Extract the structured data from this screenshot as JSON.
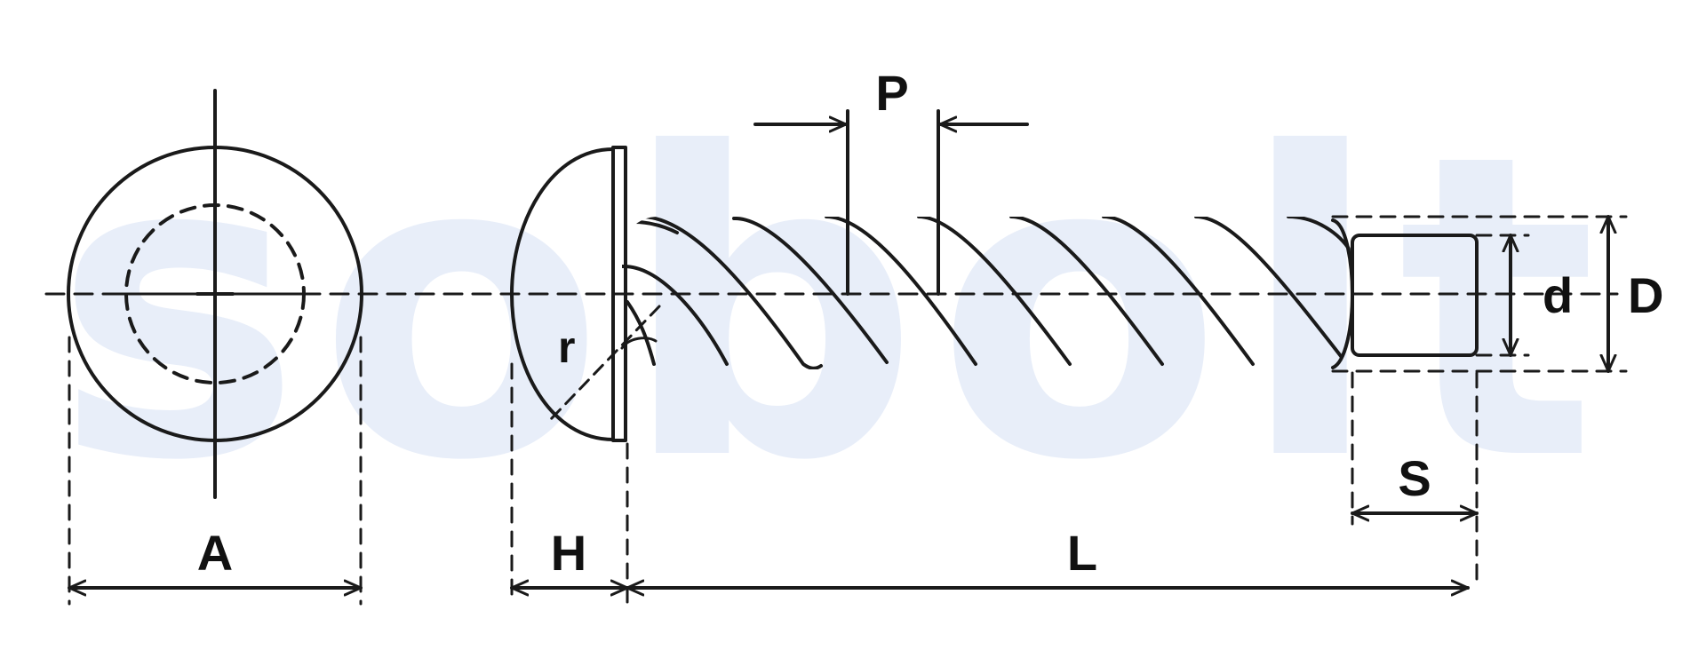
{
  "watermark": {
    "text": "sobolt",
    "color": "#e8eef9"
  },
  "line_color": "#1a1a1a",
  "labels": {
    "A": "A",
    "H": "H",
    "L": "L",
    "P": "P",
    "S": "S",
    "d": "d",
    "D": "D",
    "r": "r"
  }
}
